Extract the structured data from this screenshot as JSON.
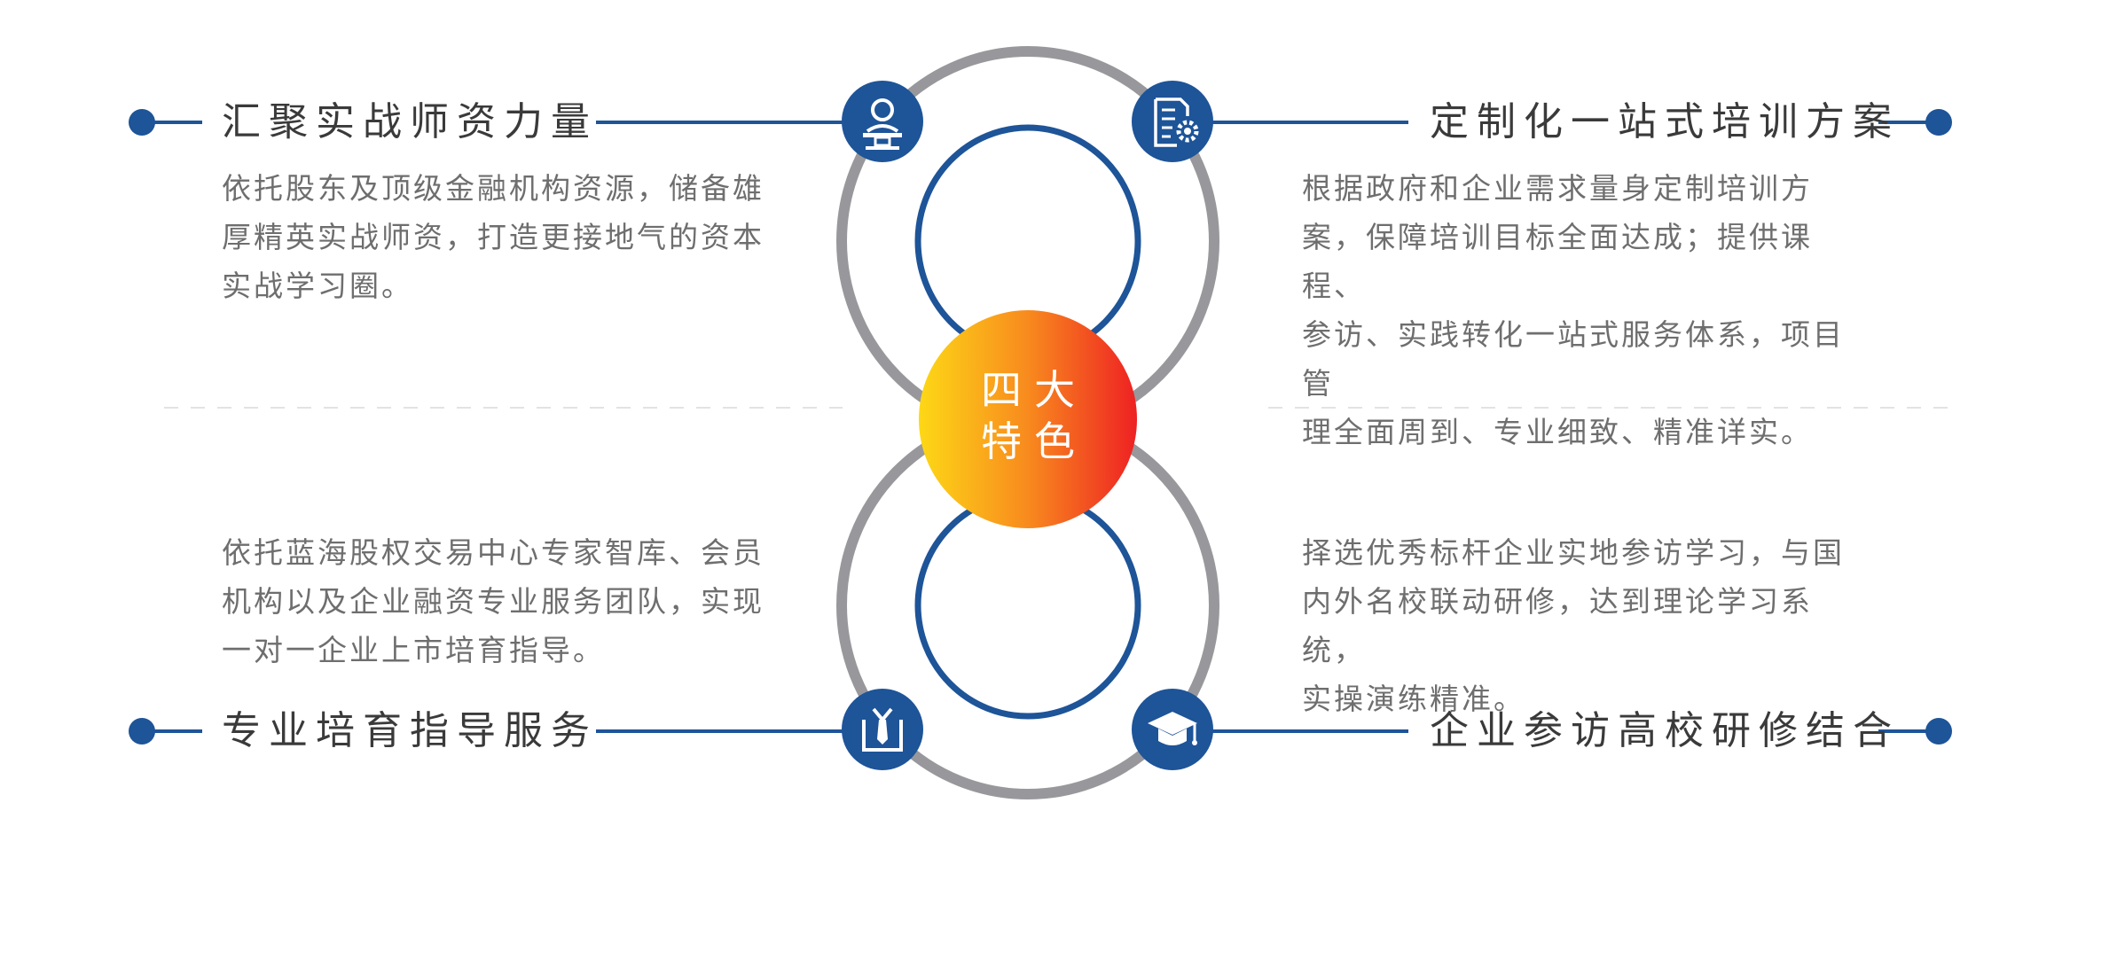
{
  "center": {
    "line1": "四大",
    "line2": "特色"
  },
  "colors": {
    "primary_blue": "#1e5498",
    "ring_gray": "#98989c",
    "gradient_start": "#fdd816",
    "gradient_mid": "#f88a1e",
    "gradient_end": "#ee2123",
    "title_text": "#3a3a3a",
    "body_text": "#6e6e6e",
    "divider": "#e3e3e3"
  },
  "features": [
    {
      "title": "汇聚实战师资力量",
      "icon": "teacher-podium-icon",
      "lines": [
        "依托股东及顶级金融机构资源，储备雄",
        "厚精英实战师资，打造更接地气的资本",
        "实战学习圈。"
      ]
    },
    {
      "title": "定制化一站式培训方案",
      "icon": "document-gear-icon",
      "lines": [
        "根据政府和企业需求量身定制培训方",
        "案，保障培训目标全面达成；提供课程、",
        "参访、实践转化一站式服务体系，项目管",
        "理全面周到、专业细致、精准详实。"
      ]
    },
    {
      "title": "专业培育指导服务",
      "icon": "business-person-tie-icon",
      "lines": [
        "依托蓝海股权交易中心专家智库、会员",
        "机构以及企业融资专业服务团队，实现",
        "一对一企业上市培育指导。"
      ]
    },
    {
      "title": "企业参访高校研修结合",
      "icon": "graduation-cap-icon",
      "lines": [
        "择选优秀标杆企业实地参访学习，与国",
        "内外名校联动研修，达到理论学习系统，",
        "实操演练精准。"
      ]
    }
  ]
}
